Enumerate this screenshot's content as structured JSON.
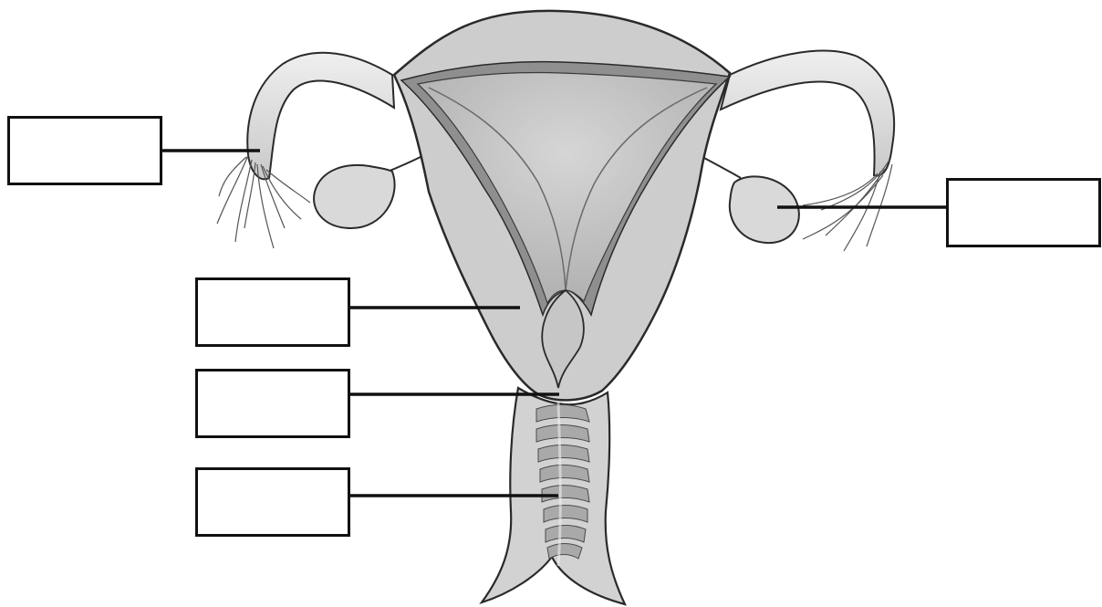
{
  "diagram": {
    "colors": {
      "outline": "#2a2a2a",
      "tissue": "#cfcfcf",
      "tissue_light": "#e6e6e6",
      "wall_dark": "#8e8e8e",
      "cavity": "#bdbdbd",
      "leader_line": "#111111",
      "box_border": "#111111"
    },
    "labels": [
      {
        "id": "fallopian-tube-label",
        "text": ""
      },
      {
        "id": "ovary-label",
        "text": ""
      },
      {
        "id": "uterus-label",
        "text": ""
      },
      {
        "id": "cervix-label",
        "text": ""
      },
      {
        "id": "vagina-label",
        "text": ""
      }
    ]
  }
}
